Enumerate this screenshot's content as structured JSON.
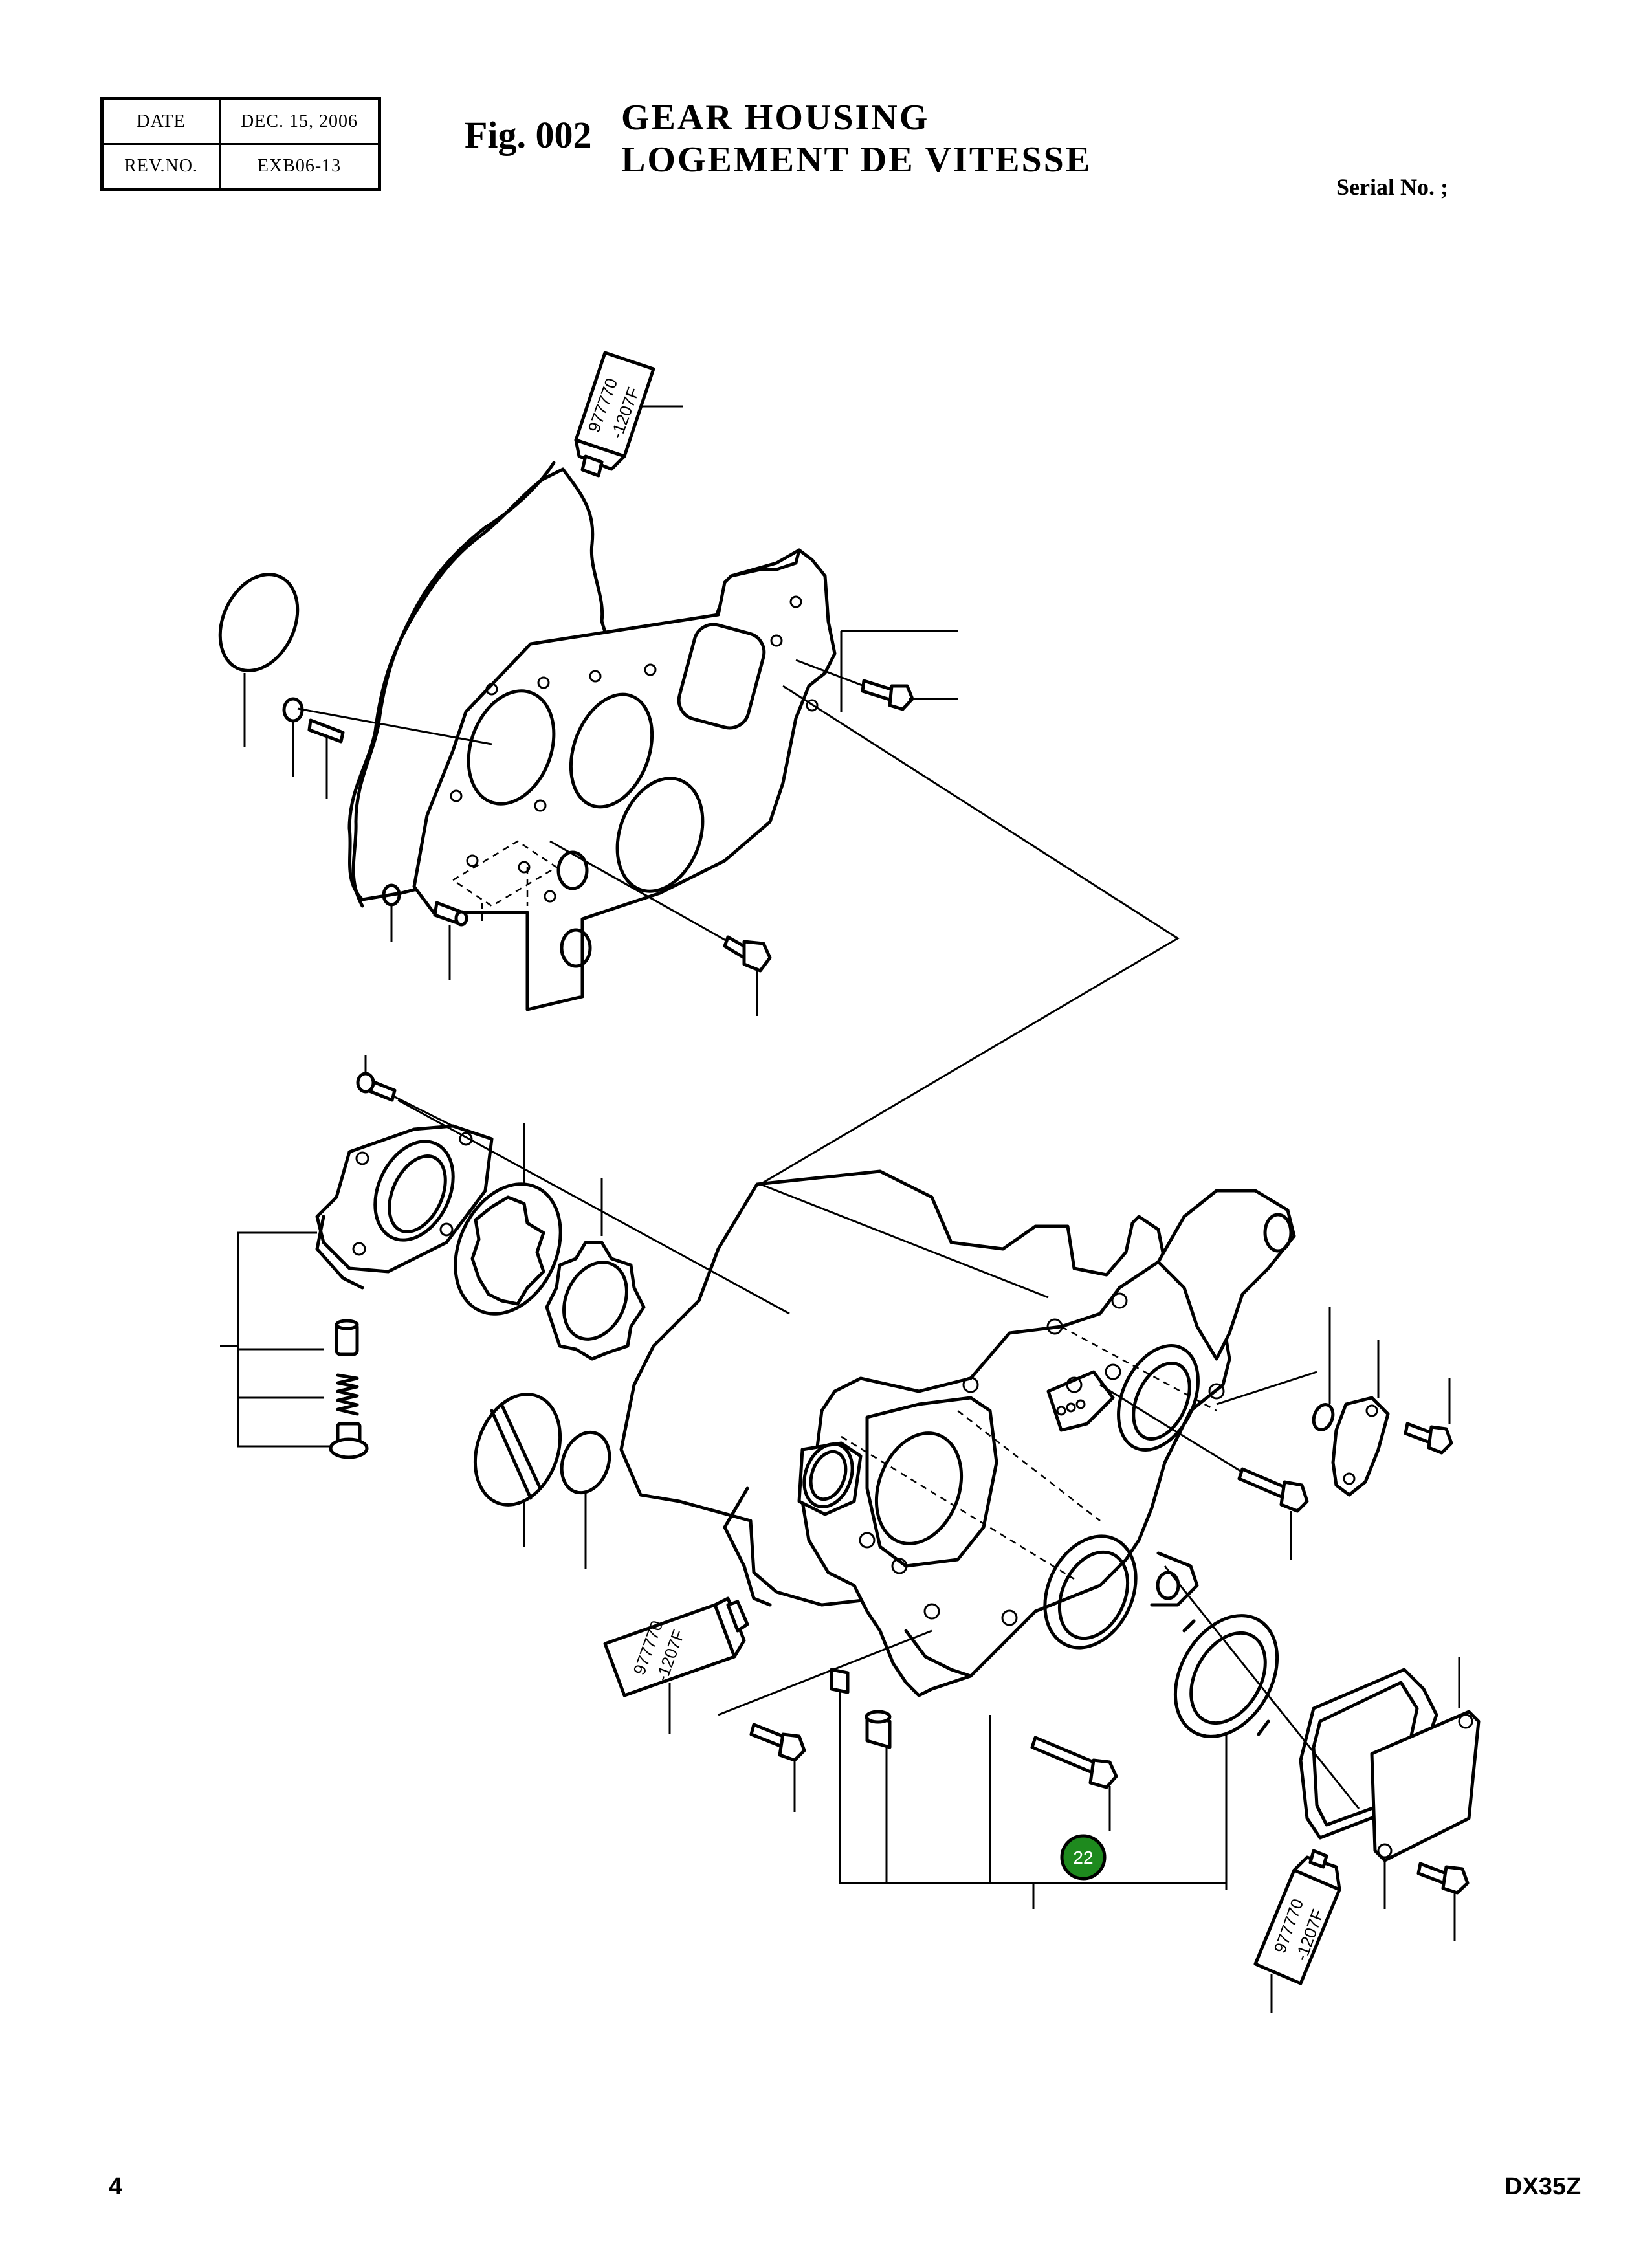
{
  "header": {
    "date_label": "DATE",
    "date_value": "DEC. 15, 2006",
    "rev_label": "REV.NO.",
    "rev_value": "EXB06-13"
  },
  "figure": {
    "label": "Fig. 002",
    "title_en": "GEAR  HOUSING",
    "title_fr": "LOGEMENT  DE  VITESSE",
    "serial": "Serial No. ;"
  },
  "sealant_tubes": [
    {
      "line1": "977770",
      "line2": "-1207F"
    },
    {
      "line1": "977770",
      "line2": "-1207F"
    },
    {
      "line1": "977770",
      "line2": "-1207F"
    }
  ],
  "callouts": [
    {
      "number": "22",
      "color": "#1e8a1e"
    }
  ],
  "footer": {
    "page_number": "4",
    "model": "DX35Z"
  }
}
